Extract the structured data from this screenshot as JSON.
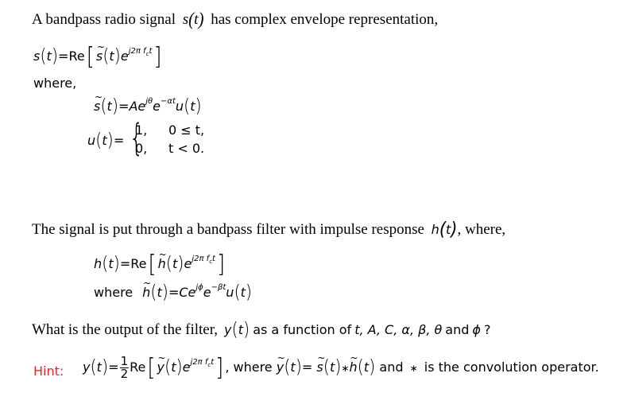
{
  "intro": {
    "text_before": "A bandpass radio signal",
    "symbol": "s(t)",
    "text_after": "has complex envelope representation,"
  },
  "eq_s": {
    "lhs": "s(t)",
    "rhs": "Re[ s̃(t) e^{j2π f_c t} ]",
    "exponent": "j2π f",
    "exponent_sub": "c",
    "exponent_tail": "t"
  },
  "where_label": "where,",
  "eq_s_tilde": {
    "lhs": "s̃(t)",
    "rhs": "A e^{jθ} e^{−αt} u(t)",
    "coef": "A",
    "exp1": "jθ",
    "exp2": "−αt"
  },
  "eq_u": {
    "lhs": "u(t)",
    "cases": [
      {
        "value": "1,",
        "condition": "0 ≤ t,"
      },
      {
        "value": "0,",
        "condition": "t < 0."
      }
    ]
  },
  "filter_intro": {
    "text_before": "The signal is put through a bandpass filter with impulse response",
    "symbol": "h(t)",
    "text_after": ", where,"
  },
  "eq_h": {
    "lhs": "h(t)",
    "rhs": "Re[ h̃(t) e^{j2π f_c t} ]",
    "exponent": "j2π f",
    "exponent_sub": "c",
    "exponent_tail": "t"
  },
  "eq_h_tilde": {
    "where": "where",
    "lhs": "h̃(t)",
    "rhs": "C e^{jϕ} e^{−βt} u(t)",
    "coef": "C",
    "exp1": "jϕ",
    "exp2": "−βt"
  },
  "question": {
    "text_before": "What is the output of the filter,",
    "symbol": "y(t)",
    "text_after": "as a function of",
    "variables": "t, A, C, α, β, θ",
    "and": "and",
    "last_var": "ϕ",
    "qmark": "?"
  },
  "hint": {
    "label": "Hint:",
    "color": "#e3242b",
    "formula": "y(t) = ½ Re[ ỹ(t) e^{j2π f_c t} ]",
    "frac_num": "1",
    "frac_den": "2",
    "exponent": "j2π f",
    "exponent_sub": "c",
    "exponent_tail": "t",
    "where": ", where",
    "conv": "ỹ(t) = s̃(t) * h̃(t)",
    "and": "and",
    "star": "∗",
    "tail": "is the convolution operator."
  }
}
